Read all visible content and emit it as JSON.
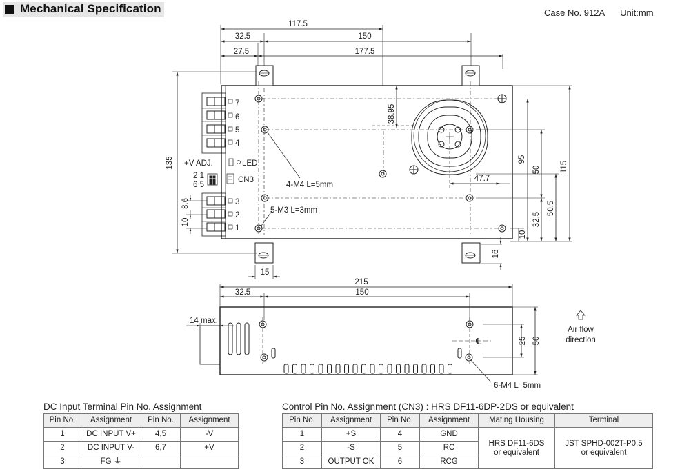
{
  "header": {
    "title": "Mechanical Specification",
    "case_no": "Case No. 912A",
    "unit": "Unit:mm"
  },
  "top_view": {
    "dim_117_5": "117.5",
    "dim_32_5": "32.5",
    "dim_150": "150",
    "dim_27_5": "27.5",
    "dim_177_5": "177.5",
    "dim_135": "135",
    "dim_38_95": "38.95",
    "dim_95": "95",
    "dim_50": "50",
    "dim_115": "115",
    "dim_47_7": "47.7",
    "dim_32_5b": "32.5",
    "dim_50_5": "50.5",
    "dim_10_right": "10",
    "dim_16": "16",
    "dim_15": "15",
    "dim_8_6": "8.6",
    "dim_10_left": "10",
    "terminals_dc": [
      "7",
      "6",
      "5",
      "4"
    ],
    "terminals_input": [
      "3",
      "2",
      "1"
    ],
    "v_adj": "+V ADJ.",
    "led": "LED",
    "cn3": "CN3",
    "cn3_pins_top": "2 1",
    "cn3_pins_bottom": "6 5",
    "callout_m4": "4-M4 L=5mm",
    "callout_m3": "5-M3 L=3mm"
  },
  "side_view": {
    "dim_215": "215",
    "dim_32_5": "32.5",
    "dim_150": "150",
    "dim_14max": "14 max.",
    "dim_25": "25",
    "dim_50": "50",
    "callout_m4": "6-M4 L=5mm",
    "airflow_line1": "Air flow",
    "airflow_line2": "direction",
    "airflow_icon": "arrow-up-icon"
  },
  "dc_table": {
    "title": "DC Input Terminal Pin No.  Assignment",
    "headers": [
      "Pin No.",
      "Assignment",
      "Pin No.",
      "Assignment"
    ],
    "rows": [
      [
        "1",
        "DC INPUT V+",
        "4,5",
        "-V"
      ],
      [
        "2",
        "DC INPUT V-",
        "6,7",
        "+V"
      ],
      [
        "3",
        "FG ⏚",
        "",
        ""
      ]
    ]
  },
  "cn3_table": {
    "title": "Control Pin No. Assignment (CN3) : HRS DF11-6DP-2DS or equivalent",
    "headers": [
      "Pin No.",
      "Assignment",
      "Pin No.",
      "Assignment",
      "Mating Housing",
      "Terminal"
    ],
    "rows": [
      [
        "1",
        "+S",
        "4",
        "GND"
      ],
      [
        "2",
        "-S",
        "5",
        "RC"
      ],
      [
        "3",
        "OUTPUT OK",
        "6",
        "RCG"
      ]
    ],
    "mating_housing": [
      "HRS DF11-6DS",
      "or equivalent"
    ],
    "terminal": [
      "JST SPHD-002T-P0.5",
      "or equivalent"
    ]
  }
}
